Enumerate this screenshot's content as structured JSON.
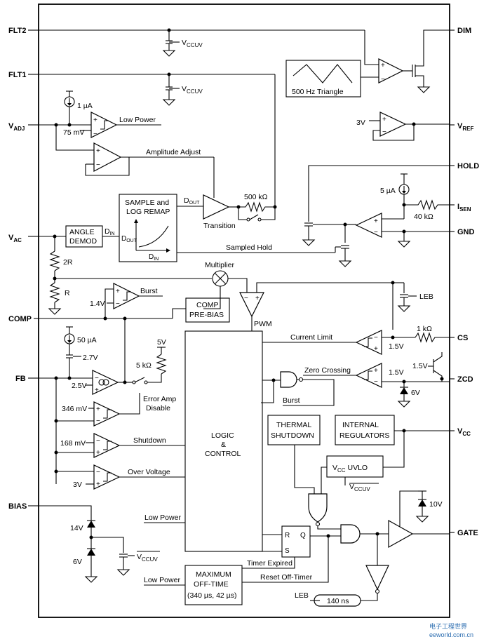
{
  "pins_left": {
    "flt2": "FLT2",
    "flt1": "FLT1",
    "vadj": "V",
    "vadj_sub": "ADJ",
    "vac": "V",
    "vac_sub": "AC",
    "comp": "COMP",
    "fb": "FB",
    "bias": "BIAS"
  },
  "pins_right": {
    "dim": "DIM",
    "vref": "V",
    "vref_sub": "REF",
    "hold": "HOLD",
    "isen": "I",
    "isen_sub": "SEN",
    "gnd": "GND",
    "cs": "CS",
    "zcd": "ZCD",
    "vcc": "V",
    "vcc_sub": "CC",
    "gate": "GATE"
  },
  "blocks": {
    "triangle": "500 Hz Triangle",
    "sample_l1": "SAMPLE and",
    "sample_l2": "LOG REMAP",
    "angle_l1": "ANGLE",
    "angle_l2": "DEMOD",
    "comp_l1": "COMP",
    "comp_l2": "PRE-BIAS",
    "logic_l1": "LOGIC",
    "logic_l2": "&",
    "logic_l3": "CONTROL",
    "thermal_l1": "THERMAL",
    "thermal_l2": "SHUTDOWN",
    "internal_l1": "INTERNAL",
    "internal_l2": "REGULATORS",
    "uvlo_pre": "V",
    "uvlo_sub": "CC",
    "uvlo_post": " UVLO",
    "maxoff_l1": "MAXIMUM",
    "maxoff_l2": "OFF-TIME",
    "maxoff_l3": "(340 µs, 42 µs)",
    "leb_delay": "140 ns",
    "sr_r": "R",
    "sr_s": "S",
    "sr_q": "Q"
  },
  "signals": {
    "vccuv": "V",
    "vccuv_sub": "CCUV",
    "low_power": "Low Power",
    "amplitude_adjust": "Amplitude Adjust",
    "transition": "Transition",
    "sampled_hold": "Sampled Hold",
    "multiplier": "Multiplier",
    "burst": "Burst",
    "pwm": "PWM",
    "current_limit": "Current Limit",
    "zero_crossing": "Zero Crossing",
    "error_amp_l1": "Error Amp",
    "error_amp_l2": "Disable",
    "shutdown": "Shutdown",
    "over_voltage": "Over Voltage",
    "timer_expired": "Timer Expired",
    "reset_off_timer": "Reset Off-Timer",
    "leb": "LEB",
    "d_out": "D",
    "d_out_sub": "OUT",
    "d_in": "D",
    "d_in_sub": "IN"
  },
  "values": {
    "i_1ua": "1 µA",
    "v_75mv": "75 mV",
    "r_500k": "500 kΩ",
    "r_2r": "2R",
    "r_r": "R",
    "v_1_4v": "1.4V",
    "i_50ua": "50 µA",
    "v_2_7v": "2.7V",
    "v_2_5v": "2.5V",
    "v_5v": "5V",
    "r_5k": "5 kΩ",
    "v_346mv": "346 mV",
    "v_168mv": "168 mV",
    "v_3v_ov": "3V",
    "v_14v": "14V",
    "v_6v_bias": "6V",
    "v_3v_ref": "3V",
    "i_5ua": "5 µA",
    "r_40k": "40 kΩ",
    "r_1k": "1 kΩ",
    "v_1_5v_cs": "1.5V",
    "v_1_5v_zc": "1.5V",
    "v_1_5v_zcd": "1.5V",
    "v_6v_zcd": "6V",
    "v_10v": "10V"
  },
  "watermark": {
    "line1": "电子工程世界",
    "line2": "eeworld.com.cn"
  }
}
